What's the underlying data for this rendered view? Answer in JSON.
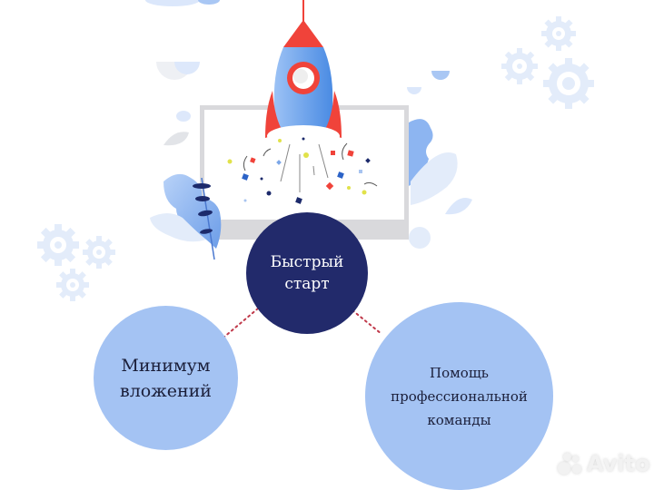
{
  "diagram": {
    "center_node": {
      "line1": "Быстрый",
      "line2": "старт",
      "color": "#222a6b"
    },
    "left_node": {
      "line1": "Минимум",
      "line2": "вложений",
      "color": "#a4c3f3"
    },
    "right_node": {
      "line1": "Помощь",
      "line2": "профессиональной",
      "line3": "команды",
      "color": "#a4c3f3"
    },
    "connector_color": "#c0394a"
  },
  "illustration": {
    "rocket_colors": {
      "body": "#5b9ae8",
      "fins": "#f0433a",
      "window": "#ffffff"
    },
    "gear_color": "#e3ecfa"
  },
  "watermark": {
    "text": "Avito"
  }
}
